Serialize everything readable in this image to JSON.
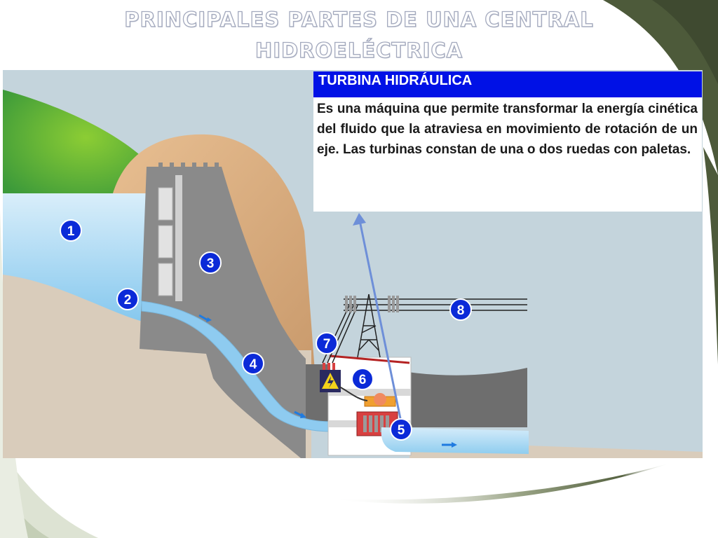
{
  "slide": {
    "title_line1": "PRINCIPALES PARTES DE UNA CENTRAL",
    "title_line2": "HIDROELÉCTRICA"
  },
  "info_box": {
    "header": "TURBINA HIDRÁULICA",
    "body": "Es una máquina que permite transformar la energía cinética del fluido que la atraviesa en movimiento de rotación de un eje. Las turbinas constan de una o dos ruedas con paletas."
  },
  "diagram": {
    "markers": [
      "1",
      "2",
      "3",
      "4",
      "5",
      "6",
      "7",
      "8"
    ]
  },
  "colors": {
    "header_blue": "#0011e6",
    "marker_blue": "#0b2ad8",
    "water": "#8ecbf0",
    "dam": "#8a8a8a",
    "hill": "#d9a77c",
    "grass": "#5db33a",
    "arrow": "#6e8fd8",
    "theme_olive": "#4d5a3a"
  }
}
